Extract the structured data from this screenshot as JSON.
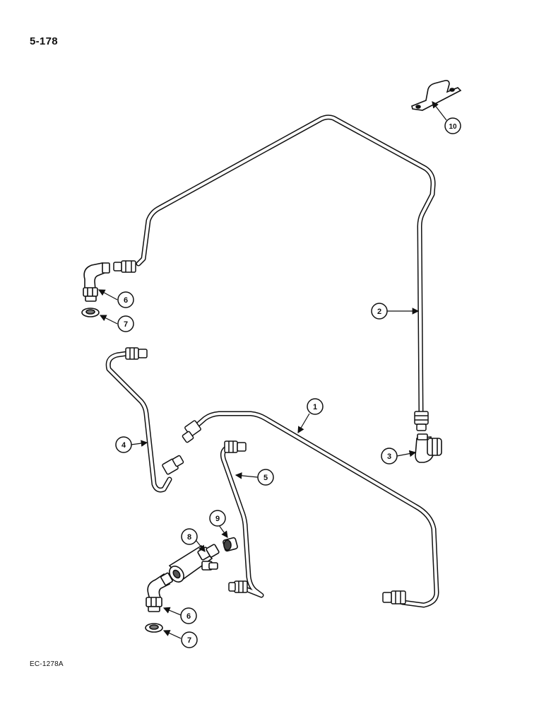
{
  "page": {
    "page_number": "5-178",
    "figure_code": "EC-1278A"
  },
  "callouts": {
    "c1": "1",
    "c2": "2",
    "c3": "3",
    "c4": "4",
    "c5": "5",
    "c6a": "6",
    "c6b": "6",
    "c7a": "7",
    "c7b": "7",
    "c8": "8",
    "c9": "9",
    "c10": "10"
  }
}
